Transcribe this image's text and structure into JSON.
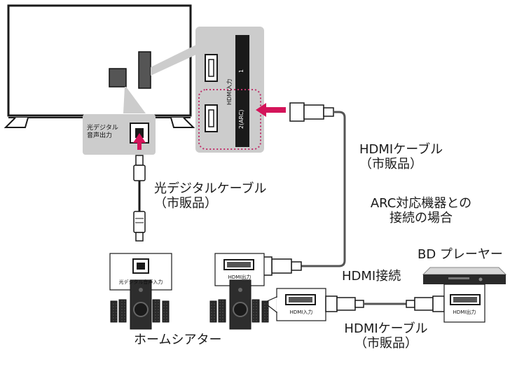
{
  "labels": {
    "tv_optical_port": [
      "光デジタル",
      "音声出力"
    ],
    "hdmi_in_title": "HDMI入力",
    "hdmi_port1": "1",
    "hdmi_port2": "2(ARC)",
    "optical_cable": [
      "光デジタルケーブル",
      "（市販品）"
    ],
    "hdmi_cable_top": [
      "HDMIケーブル",
      "（市販品）"
    ],
    "arc_note": [
      "ARC対応機器との",
      "接続の場合"
    ],
    "theater_optical_in": "光デジタル音声入力",
    "theater_hdmi_out": "HDMI出力",
    "theater_hdmi_in": "HDMI入力",
    "bd_player": "BD プレーヤー",
    "bd_hdmi_out": "HDMI出力",
    "hdmi_connection": "HDMI接続",
    "hdmi_cable_bottom": [
      "HDMIケーブル",
      "（市販品）"
    ],
    "home_theater": "ホームシアター"
  },
  "colors": {
    "arrow": "#d4145a",
    "highlight_box": "#cccccc",
    "dotted_outline": "#c0306a",
    "device_dark": "#222222"
  }
}
